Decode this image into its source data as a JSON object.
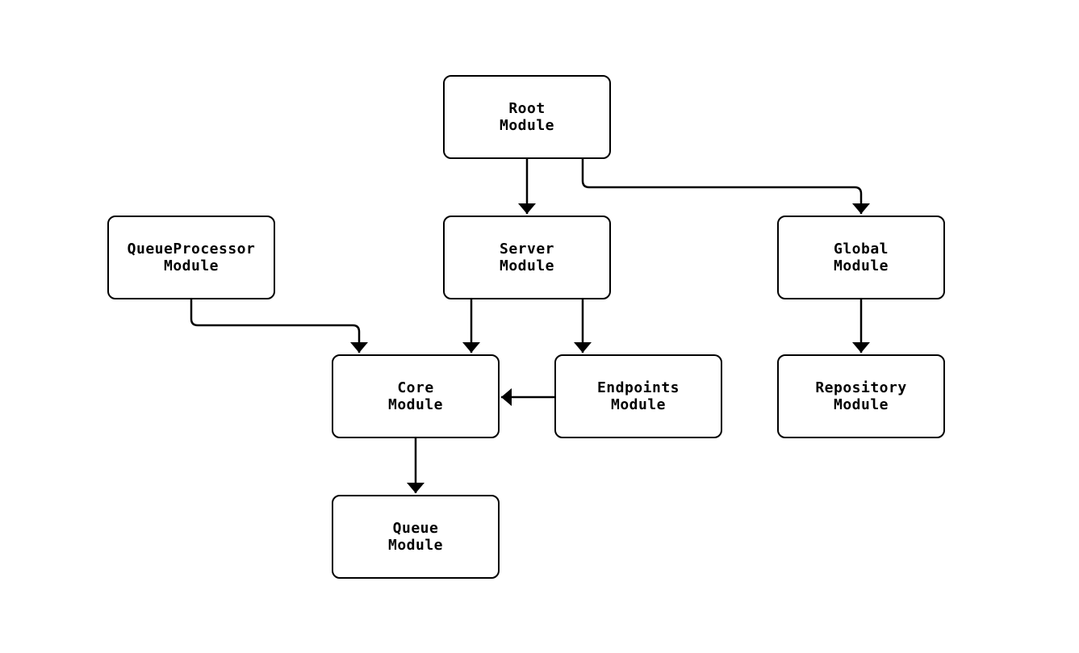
{
  "diagram": {
    "type": "flowchart",
    "background_color": "#ffffff",
    "stroke_color": "#000000",
    "node_fill_color": "#ffffff",
    "nodes": [
      {
        "id": "root",
        "line1": "Root",
        "line2": "Module"
      },
      {
        "id": "queueprocessor",
        "line1": "QueueProcessor",
        "line2": "Module"
      },
      {
        "id": "server",
        "line1": "Server",
        "line2": "Module"
      },
      {
        "id": "global",
        "line1": "Global",
        "line2": "Module"
      },
      {
        "id": "core",
        "line1": "Core",
        "line2": "Module"
      },
      {
        "id": "endpoints",
        "line1": "Endpoints",
        "line2": "Module"
      },
      {
        "id": "repository",
        "line1": "Repository",
        "line2": "Module"
      },
      {
        "id": "queue",
        "line1": "Queue",
        "line2": "Module"
      }
    ],
    "edges": [
      {
        "from": "root",
        "to": "server"
      },
      {
        "from": "root",
        "to": "global"
      },
      {
        "from": "queueprocessor",
        "to": "core"
      },
      {
        "from": "server",
        "to": "core"
      },
      {
        "from": "server",
        "to": "endpoints"
      },
      {
        "from": "endpoints",
        "to": "core"
      },
      {
        "from": "global",
        "to": "repository"
      },
      {
        "from": "core",
        "to": "queue"
      }
    ]
  }
}
